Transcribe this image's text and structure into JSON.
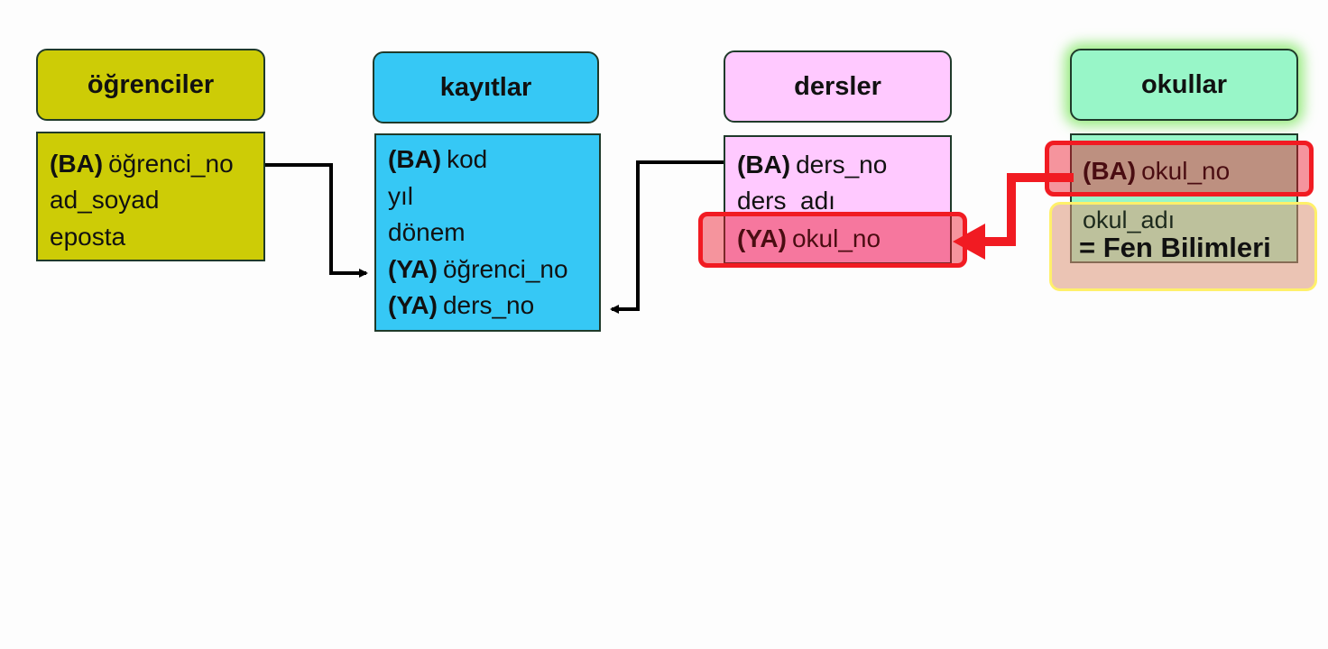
{
  "tables": {
    "ogrenciler": {
      "title": "öğrenciler",
      "fields": [
        {
          "key": "(BA)",
          "name": "öğrenci_no"
        },
        {
          "key": "",
          "name": "ad_soyad"
        },
        {
          "key": "",
          "name": "eposta"
        }
      ]
    },
    "kayitlar": {
      "title": "kayıtlar",
      "fields": [
        {
          "key": "(BA)",
          "name": "kod"
        },
        {
          "key": "",
          "name": "yıl"
        },
        {
          "key": "",
          "name": "dönem"
        },
        {
          "key": "(YA)",
          "name": "öğrenci_no"
        },
        {
          "key": "(YA)",
          "name": "ders_no"
        }
      ]
    },
    "dersler": {
      "title": "dersler",
      "fields": [
        {
          "key": "(BA)",
          "name": "ders_no"
        },
        {
          "key": "",
          "name": "ders_adı"
        },
        {
          "key": "(YA)",
          "name": "okul_no"
        }
      ]
    },
    "okullar": {
      "title": "okullar",
      "fields": [
        {
          "key": "(BA)",
          "name": "okul_no"
        },
        {
          "key": "",
          "name": "okul_adı"
        }
      ],
      "condition": "= Fen Bilimleri"
    }
  },
  "colors": {
    "ogrenciler": "#cdcc06",
    "kayitlar": "#36c8f5",
    "dersler": "#ffc9ff",
    "okullar": "#98f6c8",
    "highlight_red": "#f11b22",
    "highlight_yellow": "#fff06a",
    "glow_green": "#78e65a"
  }
}
